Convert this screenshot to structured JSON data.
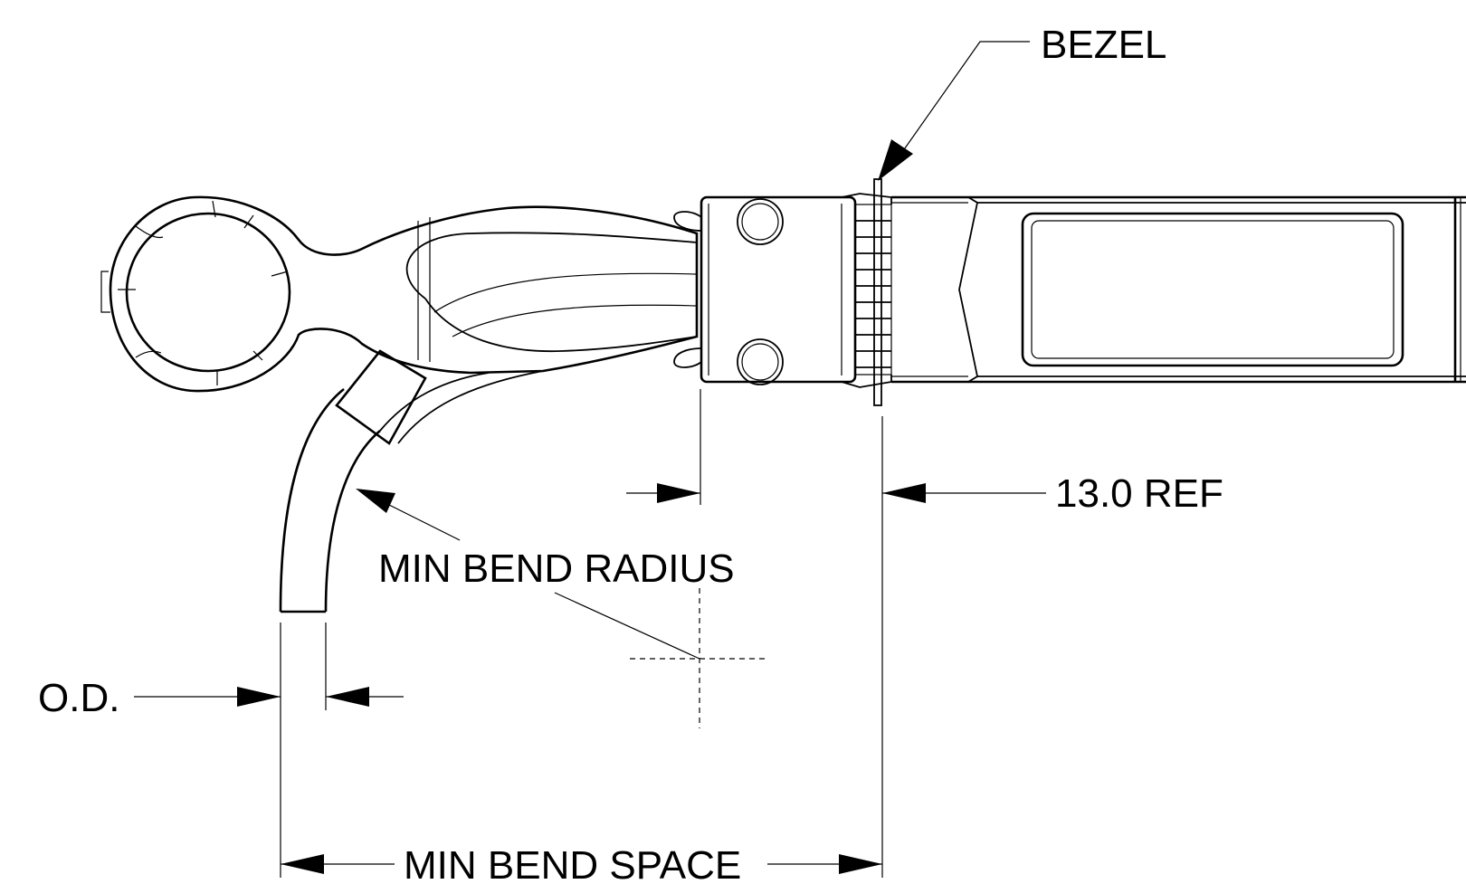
{
  "labels": {
    "bezel": "BEZEL",
    "ref_dim": "13.0 REF",
    "min_bend_radius": "MIN BEND RADIUS",
    "od": "O.D.",
    "min_bend_space": "MIN BEND SPACE"
  }
}
